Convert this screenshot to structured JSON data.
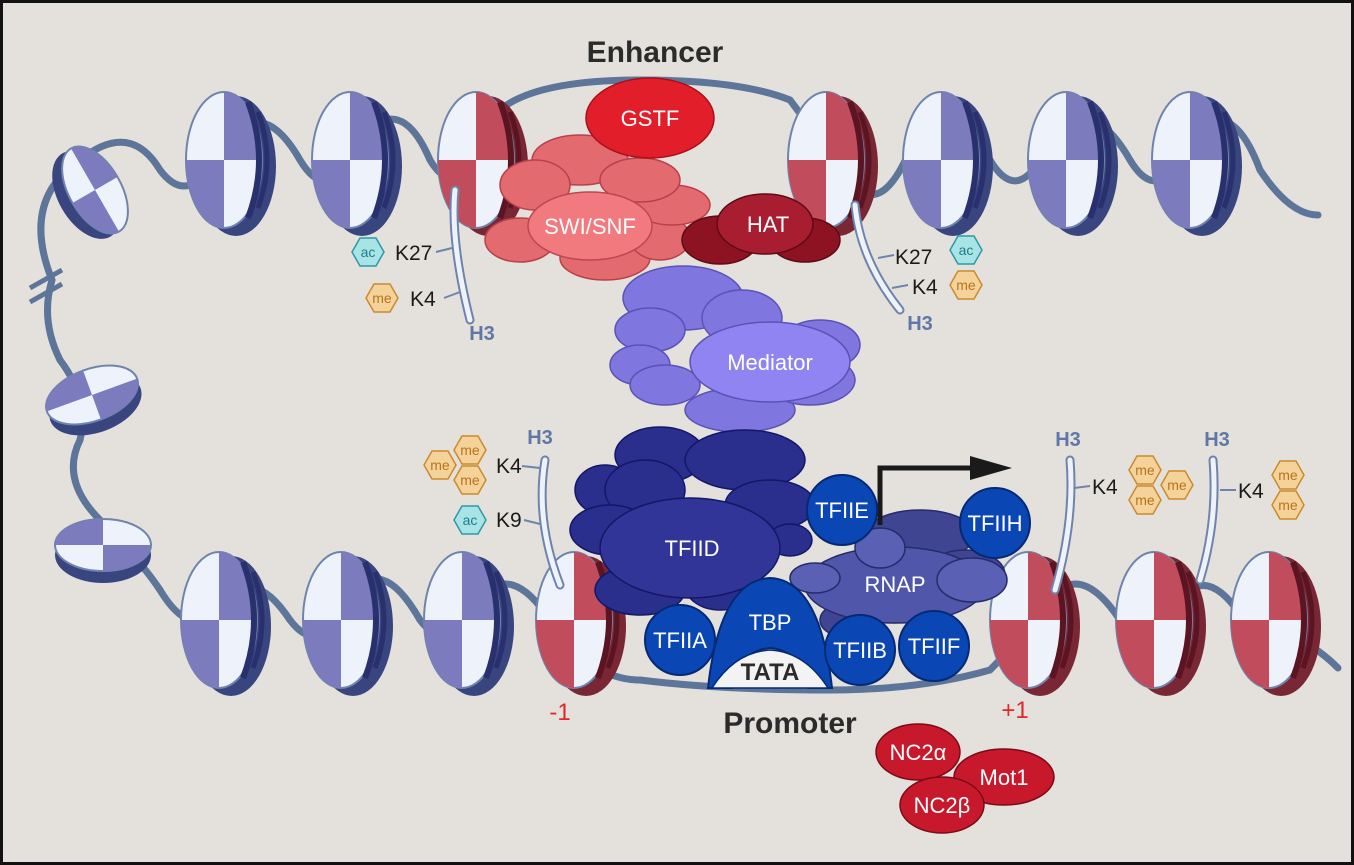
{
  "diagram": {
    "titles": {
      "enhancer": "Enhancer",
      "promoter": "Promoter"
    },
    "proteins": {
      "gstf": "GSTF",
      "swisnf": "SWI/SNF",
      "hat": "HAT",
      "mediator": "Mediator",
      "tfiid": "TFIID",
      "tfiie": "TFIIE",
      "tfiih": "TFIIH",
      "rnap": "RNAP",
      "tfiia": "TFIIA",
      "tbp": "TBP",
      "tata": "TATA",
      "tfiib": "TFIIB",
      "tfiif": "TFIIF",
      "nc2a": "NC2α",
      "mot1": "Mot1",
      "nc2b": "NC2β"
    },
    "histone_marks": {
      "h3": "H3",
      "k27": "K27",
      "k4": "K4",
      "k9": "K9",
      "ac": "ac",
      "me": "me"
    },
    "positions": {
      "minus1": "-1",
      "plus1": "+1"
    },
    "colors": {
      "background": "#e4e1dc",
      "dna": "#5d7599",
      "red_protein": "#e31e2b",
      "swisnf": "#e36b70",
      "hat": "#9d1a2a",
      "mediator": "#8176e6",
      "tfiid": "#2a2e8c",
      "gtf_blue": "#0a47b5",
      "rnap": "#4c55a8",
      "ac_fill": "#a8e3e6",
      "me_fill": "#f5d29a"
    }
  }
}
